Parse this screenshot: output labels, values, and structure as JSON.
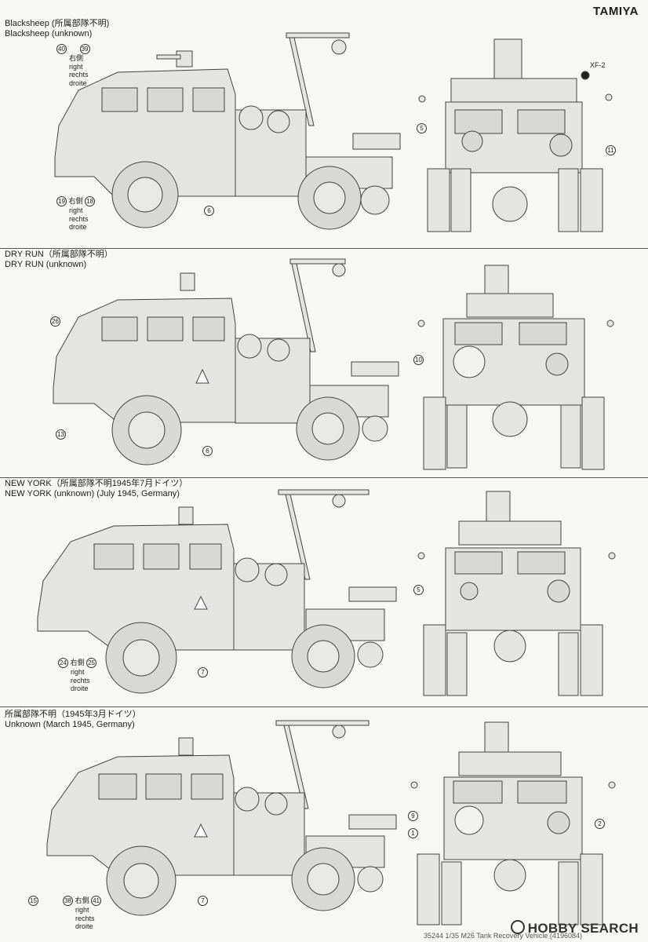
{
  "brand": "TAMIYA",
  "sections": [
    {
      "title_jp": "Blacksheep (所属部隊不明)",
      "title_en": "Blacksheep (unknown)",
      "side_callouts": [
        {
          "nums": [
            "40",
            "39"
          ],
          "lines": [
            "右側",
            "right",
            "rechts",
            "droite"
          ]
        },
        {
          "nums": [
            "19",
            "18"
          ],
          "lines": [
            "右側",
            "right",
            "rechts",
            "droite"
          ]
        }
      ],
      "side_marks": [
        "6"
      ],
      "front_marks": [
        "5",
        "11"
      ],
      "extra_label": "XF-2"
    },
    {
      "title_jp": "DRY RUN（所属部隊不明）",
      "title_en": "DRY RUN (unknown)",
      "side_marks": [
        "26",
        "13",
        "6"
      ],
      "front_marks": [
        "10"
      ]
    },
    {
      "title_jp": "NEW YORK（所属部隊不明1945年7月ドイツ）",
      "title_en": "NEW YORK (unknown) (July 1945, Germany)",
      "side_callouts": [
        {
          "nums": [
            "24",
            "25"
          ],
          "lines": [
            "右側",
            "right",
            "rechts",
            "droite"
          ]
        }
      ],
      "side_marks": [
        "7"
      ],
      "front_marks": [
        "5"
      ]
    },
    {
      "title_jp": "所属部隊不明（1945年3月ドイツ）",
      "title_en": "Unknown (March 1945, Germany)",
      "side_callouts": [
        {
          "nums": [
            "38",
            "41"
          ],
          "lines": [
            "右側",
            "right",
            "rechts",
            "droite"
          ]
        }
      ],
      "side_marks": [
        "15",
        "7"
      ],
      "front_marks": [
        "9",
        "1",
        "2"
      ]
    }
  ],
  "footer_text": "35244 1/35 M26 Tank Recovery Vehicle (4196084)",
  "watermark": "HOBBY SEARCH"
}
